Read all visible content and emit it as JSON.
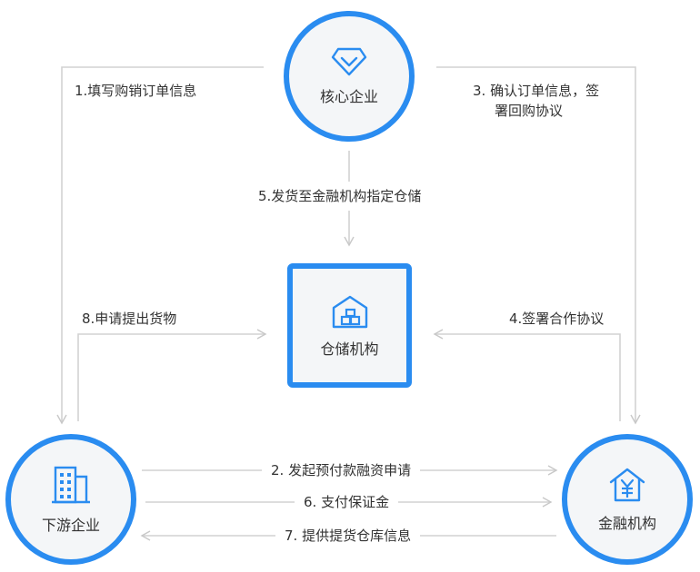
{
  "nodes": {
    "core": {
      "label": "核心企业",
      "icon": "diamond-icon"
    },
    "warehouse": {
      "label": "仓储机构",
      "icon": "warehouse-icon"
    },
    "downstream": {
      "label": "下游企业",
      "icon": "building-icon"
    },
    "finance": {
      "label": "金融机构",
      "icon": "yen-house-icon"
    }
  },
  "steps": {
    "s1": "1.填写购销订单信息",
    "s2": "2. 发起预付款融资申请",
    "s3_line1": "3. 确认订单信息，签",
    "s3_line2": "署回购协议",
    "s4": "4.签署合作协议",
    "s5": "5.发货至金融机构指定仓储",
    "s6": "6. 支付保证金",
    "s7": "7. 提供提货仓库信息",
    "s8": "8.申请提出货物"
  },
  "colors": {
    "accent": "#2a8cf0",
    "line": "#cfcfcf",
    "node_bg": "#f4f6f8"
  }
}
